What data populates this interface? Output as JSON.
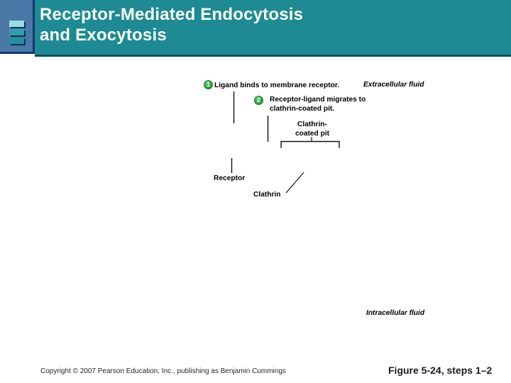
{
  "header": {
    "title_line1": "Receptor-Mediated Endocytosis",
    "title_line2": "and Exocytosis"
  },
  "diagram": {
    "steps": [
      {
        "number": "1",
        "text": "Ligand binds to membrane receptor."
      },
      {
        "number": "2",
        "text": "Receptor-ligand migrates to clathrin-coated pit."
      }
    ],
    "labels": {
      "extracellular": "Extracellular fluid",
      "clathrin_pit": "Clathrin-\ncoated pit",
      "receptor": "Receptor",
      "clathrin": "Clathrin",
      "intracellular": "Intracellular fluid"
    },
    "colors": {
      "step_badge_green": "#2ca33a",
      "line_black": "#111111"
    }
  },
  "footer": {
    "copyright": "Copyright © 2007 Pearson Education, Inc., publishing as Benjamin Cummings",
    "figure_caption": "Figure 5-24, steps 1–2"
  },
  "theme_colors": {
    "header_teal": "#1d8a94",
    "header_border": "#0d515c",
    "logo_blue": "#4a79a8",
    "logo_border_navy": "#16386b",
    "logo_tiles": [
      "#98dde6",
      "#2aa0ab",
      "#21929b"
    ]
  }
}
